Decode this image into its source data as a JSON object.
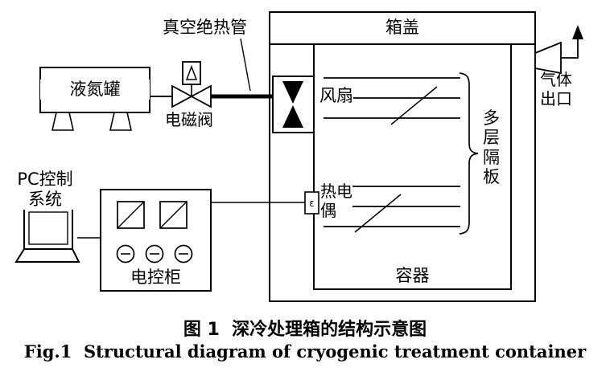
{
  "figure": {
    "labels": {
      "pipe": "真空绝热管",
      "tank": "液氮罐",
      "valve": "电磁阀",
      "lid": "箱盖",
      "fan": "风扇",
      "thermocouple": {
        "line1": "热电",
        "line2": "偶",
        "symbol": "ε"
      },
      "partitions": "多层隔板",
      "vessel": "容器",
      "gas_outlet": "气体出口",
      "pc": {
        "line1": "PC控制",
        "line2": "系统"
      },
      "cabinet": "电控柜"
    },
    "caption": {
      "cn": "图 1  深冷处理箱的结构示意图",
      "en": "Fig.1  Structural diagram of cryogenic treatment container"
    },
    "colors": {
      "ink": "#000000",
      "bg": "#ffffff"
    }
  }
}
